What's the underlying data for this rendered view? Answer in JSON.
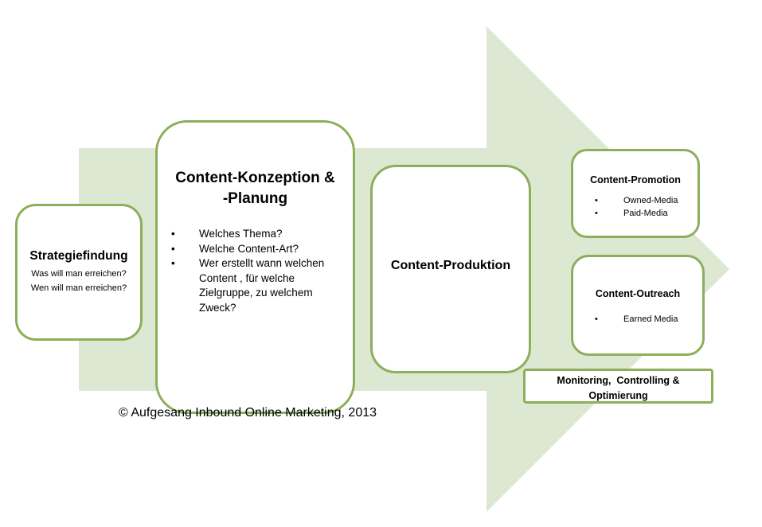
{
  "colors": {
    "arrow": "#dde8d2",
    "border": "#8caf5a"
  },
  "strategy": {
    "title": "Strategiefindung",
    "lines": [
      "Was will man erreichen?",
      "Wen will man erreichen?"
    ]
  },
  "concept": {
    "title_line1": "Content-Konzeption &",
    "title_line2": "-Planung",
    "items": [
      "Welches Thema?",
      "Welche Content-Art?",
      "Wer erstellt wann welchen Content , für welche Zielgruppe, zu welchem Zweck?"
    ]
  },
  "production": {
    "title": "Content-Produktion"
  },
  "promotion": {
    "title": "Content-Promotion",
    "items": [
      "Owned-Media",
      "Paid-Media"
    ]
  },
  "outreach": {
    "title": "Content-Outreach",
    "items": [
      "Earned Media"
    ]
  },
  "monitoring": {
    "line1": "Monitoring,  Controlling &",
    "line2": "Optimierung"
  },
  "bullet": "•",
  "copyright": "© Aufgesang Inbound Online Marketing, 2013"
}
